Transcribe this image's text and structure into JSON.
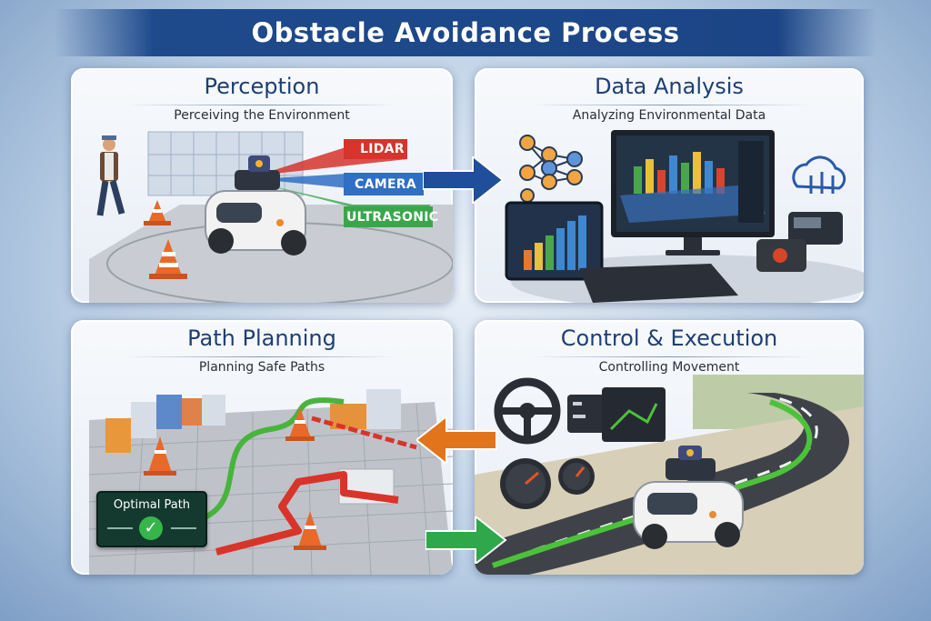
{
  "title": "Obstacle Avoidance Process",
  "panels": {
    "perception": {
      "title": "Perception",
      "subtitle": "Perceiving the Environment",
      "sensors": [
        "LIDAR",
        "CAMERA",
        "ULTRASONIC"
      ]
    },
    "analysis": {
      "title": "Data Analysis",
      "subtitle": "Analyzing Environmental Data"
    },
    "planning": {
      "title": "Path Planning",
      "subtitle": "Planning Safe Paths",
      "badge": "Optimal Path"
    },
    "control": {
      "title": "Control & Execution",
      "subtitle": "Controlling Movement"
    }
  },
  "colors": {
    "banner": "#1e4a8c",
    "arrow_blue": "#1f4e9a",
    "arrow_orange": "#e2741c",
    "arrow_green": "#2ea84a",
    "lidar": "#d6342c",
    "camera": "#2f6fc4",
    "ultrasonic": "#3aa64b"
  }
}
